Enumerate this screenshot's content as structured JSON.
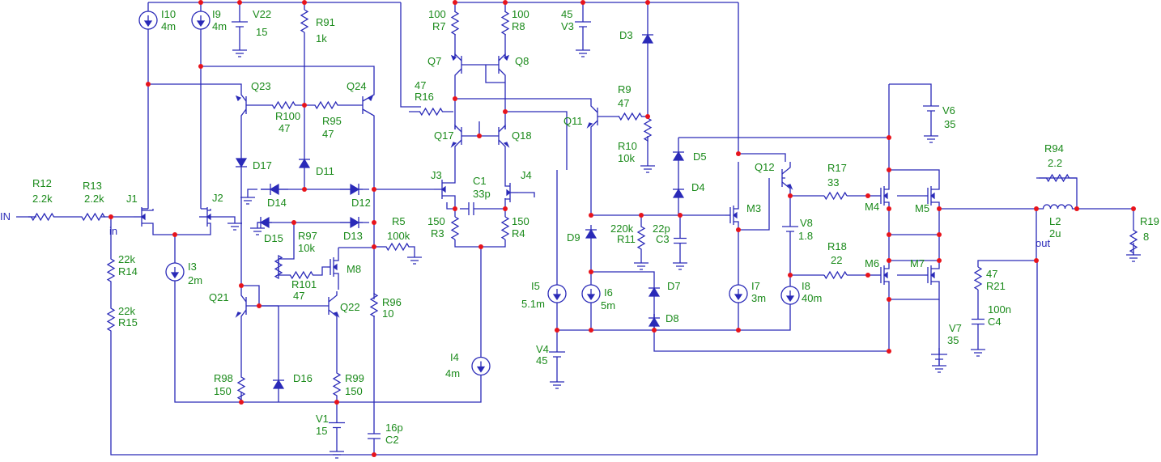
{
  "schematic": {
    "nets": {
      "input": "IN",
      "in_node": "in",
      "out_node": "out"
    },
    "components": {
      "I10": {
        "ref": "I10",
        "value": "4m"
      },
      "I9": {
        "ref": "I9",
        "value": "4m"
      },
      "V22": {
        "ref": "V22",
        "value": "15"
      },
      "R91": {
        "ref": "R91",
        "value": "1k"
      },
      "R7": {
        "ref": "R7",
        "value": "100"
      },
      "R8": {
        "ref": "R8",
        "value": "100"
      },
      "V3": {
        "ref": "V3",
        "value": "45"
      },
      "D3": {
        "ref": "D3"
      },
      "Q7": {
        "ref": "Q7"
      },
      "Q8": {
        "ref": "Q8"
      },
      "R16": {
        "ref": "R16",
        "value": "47"
      },
      "R9": {
        "ref": "R9",
        "value": "47"
      },
      "Q11": {
        "ref": "Q11"
      },
      "Q23": {
        "ref": "Q23"
      },
      "Q24": {
        "ref": "Q24"
      },
      "R100": {
        "ref": "R100",
        "value": "47"
      },
      "R95": {
        "ref": "R95",
        "value": "47"
      },
      "V6": {
        "ref": "V6",
        "value": "35"
      },
      "R94": {
        "ref": "R94",
        "value": "2.2"
      },
      "Q17": {
        "ref": "Q17"
      },
      "Q18": {
        "ref": "Q18"
      },
      "R10": {
        "ref": "R10",
        "value": "10k"
      },
      "D5": {
        "ref": "D5"
      },
      "D4": {
        "ref": "D4"
      },
      "Q12": {
        "ref": "Q12"
      },
      "R17": {
        "ref": "R17",
        "value": "33"
      },
      "M4": {
        "ref": "M4"
      },
      "M5": {
        "ref": "M5"
      },
      "L2": {
        "ref": "L2",
        "value": "2u"
      },
      "R19": {
        "ref": "R19",
        "value": "8"
      },
      "R12": {
        "ref": "R12",
        "value": "2.2k"
      },
      "R13": {
        "ref": "R13",
        "value": "2.2k"
      },
      "J1": {
        "ref": "J1"
      },
      "J2": {
        "ref": "J2"
      },
      "D17": {
        "ref": "D17"
      },
      "D11": {
        "ref": "D11"
      },
      "D14": {
        "ref": "D14"
      },
      "D12": {
        "ref": "D12"
      },
      "J3": {
        "ref": "J3"
      },
      "C1": {
        "ref": "C1",
        "value": "33p"
      },
      "J4": {
        "ref": "J4"
      },
      "D15": {
        "ref": "D15"
      },
      "D13": {
        "ref": "D13"
      },
      "R5": {
        "ref": "R5",
        "value": "100k"
      },
      "R97": {
        "ref": "R97",
        "value": "10k"
      },
      "M8": {
        "ref": "M8"
      },
      "R3": {
        "ref": "R3",
        "value": "150"
      },
      "R4": {
        "ref": "R4",
        "value": "150"
      },
      "R11": {
        "ref": "R11",
        "value": "220k"
      },
      "C3": {
        "ref": "C3",
        "value": "22p"
      },
      "M3": {
        "ref": "M3"
      },
      "V8": {
        "ref": "V8",
        "value": "1.8"
      },
      "R18": {
        "ref": "R18",
        "value": "22"
      },
      "M6": {
        "ref": "M6"
      },
      "M7": {
        "ref": "M7"
      },
      "R21": {
        "ref": "R21",
        "value": "47"
      },
      "C4": {
        "ref": "C4",
        "value": "100n"
      },
      "R14": {
        "ref": "R14",
        "value": "22k"
      },
      "R15": {
        "ref": "R15",
        "value": "22k"
      },
      "I3": {
        "ref": "I3",
        "value": "2m"
      },
      "R101": {
        "ref": "R101",
        "value": "47"
      },
      "Q21": {
        "ref": "Q21"
      },
      "Q22": {
        "ref": "Q22"
      },
      "R96": {
        "ref": "R96",
        "value": "10"
      },
      "I5": {
        "ref": "I5",
        "value": "5.1m"
      },
      "I6": {
        "ref": "I6",
        "value": "5m"
      },
      "D9": {
        "ref": "D9"
      },
      "D7": {
        "ref": "D7"
      },
      "D8": {
        "ref": "D8"
      },
      "I7": {
        "ref": "I7",
        "value": "3m"
      },
      "I8": {
        "ref": "I8",
        "value": "40m"
      },
      "V7": {
        "ref": "V7",
        "value": "35"
      },
      "V4": {
        "ref": "V4",
        "value": "45"
      },
      "I4": {
        "ref": "I4",
        "value": "4m"
      },
      "D16": {
        "ref": "D16"
      },
      "R98": {
        "ref": "R98",
        "value": "150"
      },
      "R99": {
        "ref": "R99",
        "value": "150"
      },
      "V1": {
        "ref": "V1",
        "value": "15"
      },
      "C2": {
        "ref": "C2",
        "value": "16p"
      }
    }
  }
}
